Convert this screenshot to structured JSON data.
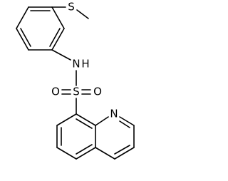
{
  "molecule": {
    "atoms": {
      "sulfur_thioether": "S",
      "nitrogen_amide": "N",
      "hydrogen_amide": "H",
      "sulfur_sulfonyl": "S",
      "oxygen_left": "O",
      "oxygen_right": "O",
      "nitrogen_ring": "N"
    }
  }
}
